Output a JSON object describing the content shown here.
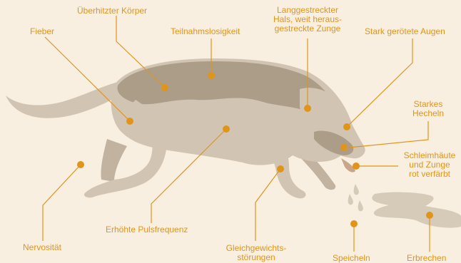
{
  "colors": {
    "background": "#f8efe0",
    "accent": "#e0951a",
    "dog_light": "#d2c4b3",
    "dog_dark": "#ac9d88",
    "puddle": "#d6cab8"
  },
  "labels": {
    "fieber": "Fieber",
    "koerper": "Überhitzter Körper",
    "teilnahm": "Teilnahmslosigkeit",
    "hals_1": "Langgestreckter",
    "hals_2": "Hals, weit heraus-",
    "hals_3": "gestreckte Zunge",
    "augen": "Stark gerötete Augen",
    "hecheln_1": "Starkes",
    "hecheln_2": "Hecheln",
    "schleim_1": "Schleimhäute",
    "schleim_2": "und Zunge",
    "schleim_3": "rot verfärbt",
    "nervo": "Nervosität",
    "puls": "Erhöhte Pulsfrequenz",
    "gleich_1": "Gleichgewichts-",
    "gleich_2": "störungen",
    "speicheln": "Speicheln",
    "erbrechen": "Erbrechen"
  }
}
